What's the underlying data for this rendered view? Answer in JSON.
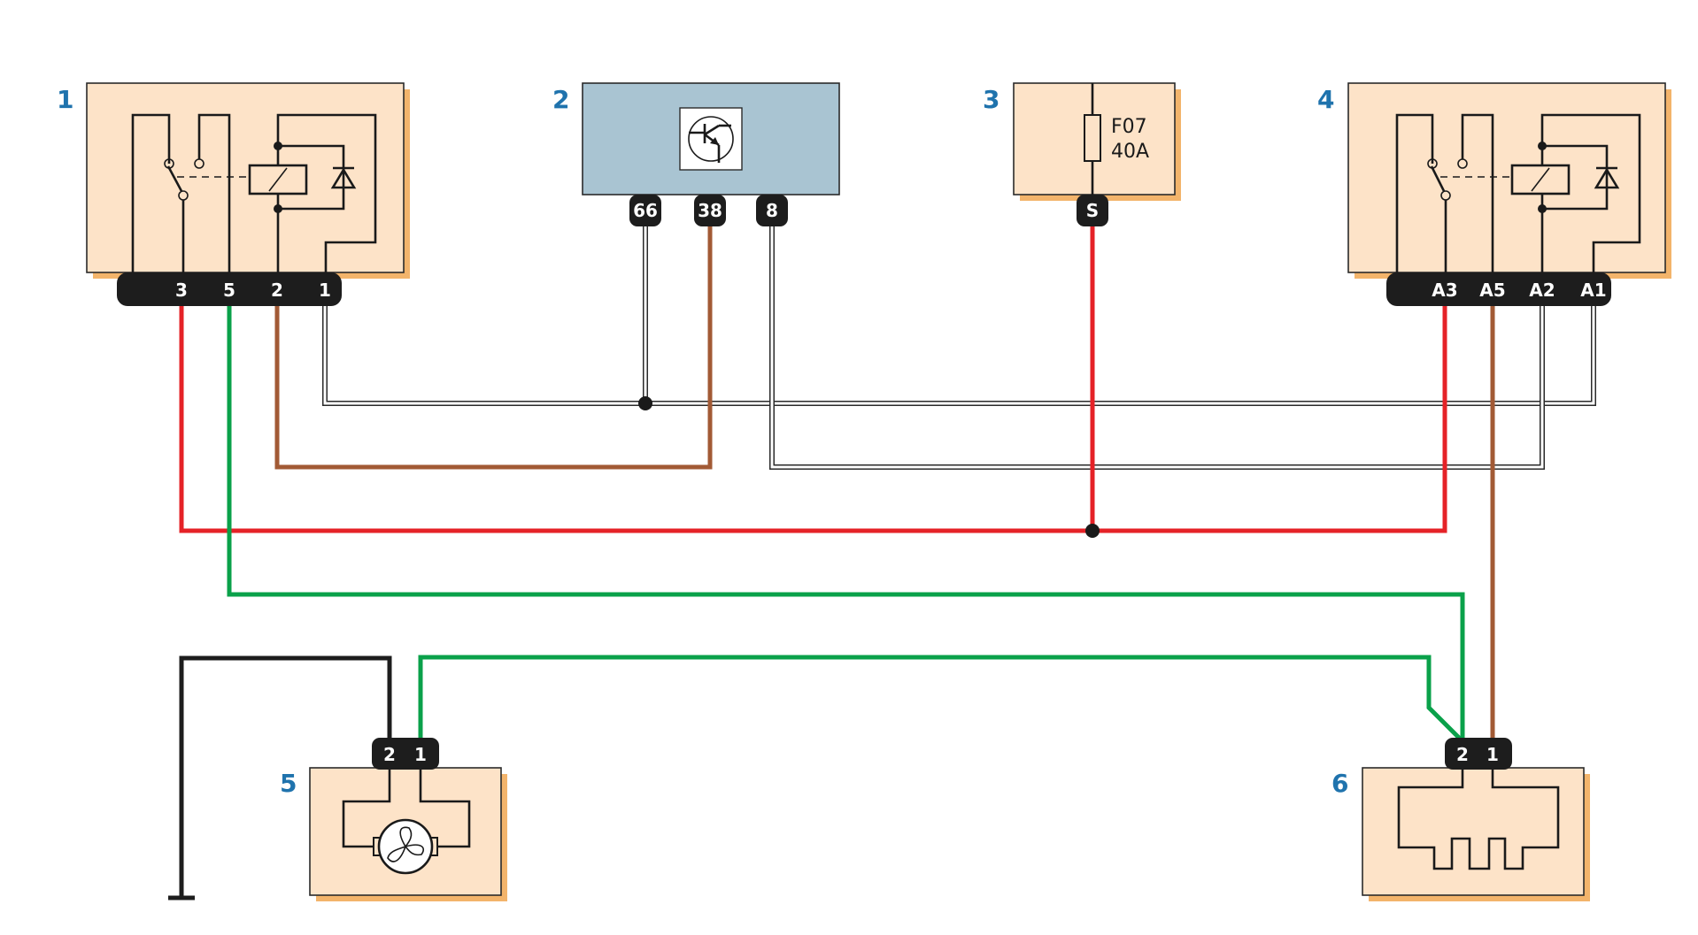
{
  "components": {
    "c1": {
      "number": "1",
      "pins": [
        "3",
        "5",
        "2",
        "1"
      ]
    },
    "c2": {
      "number": "2",
      "pins": [
        "66",
        "38",
        "8"
      ]
    },
    "c3": {
      "number": "3",
      "pins": [
        "S"
      ],
      "fuse_id": "F07",
      "fuse_rating": "40A"
    },
    "c4": {
      "number": "4",
      "pins": [
        "A3",
        "A5",
        "A2",
        "A1"
      ]
    },
    "c5": {
      "number": "5",
      "pins": [
        "2",
        "1"
      ]
    },
    "c6": {
      "number": "6",
      "pins": [
        "2",
        "1"
      ]
    }
  },
  "wire_colors": {
    "red": "#e52227",
    "green": "#0aa14a",
    "brown": "#a25a35",
    "black": "#1d1d1d",
    "white": "#ffffff"
  },
  "box_colors": {
    "component": "#fde3c8",
    "control_unit": "#a9c4d2",
    "label": "#1f73ad"
  },
  "icons": [
    "relay-icon",
    "transistor-icon",
    "fuse-icon",
    "fan-motor-icon",
    "heater-resistor-icon",
    "ground-icon"
  ]
}
